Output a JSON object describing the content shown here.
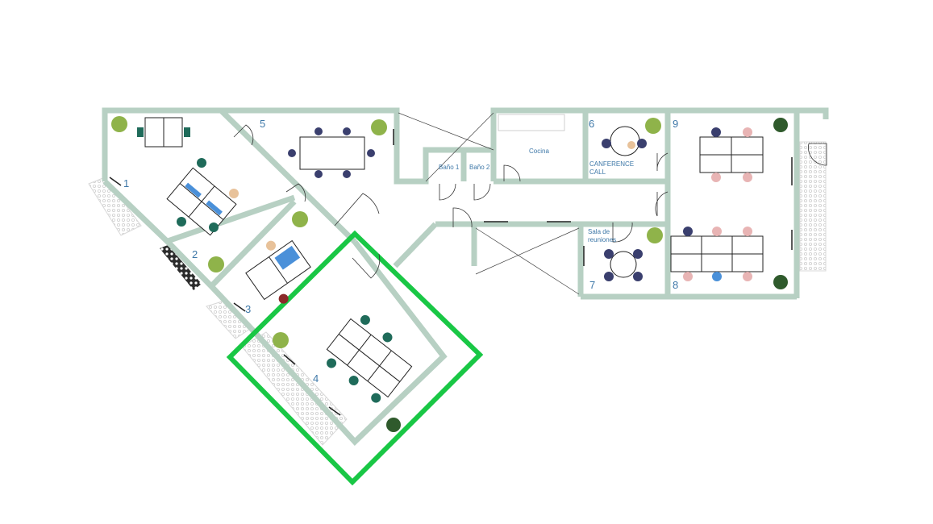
{
  "floorplan": {
    "rooms": [
      {
        "id": "1",
        "label": "1"
      },
      {
        "id": "2",
        "label": "2"
      },
      {
        "id": "3",
        "label": "3"
      },
      {
        "id": "4",
        "label": "4"
      },
      {
        "id": "5",
        "label": "5"
      },
      {
        "id": "6",
        "label": "6"
      },
      {
        "id": "7",
        "label": "7"
      },
      {
        "id": "8",
        "label": "8"
      },
      {
        "id": "9",
        "label": "9"
      }
    ],
    "labels": {
      "bano1": "Baño 1",
      "bano2": "Baño 2",
      "cocina": "Cocina",
      "conference_line1": "CANFERENCE",
      "conference_line2": "CALL",
      "reuniones_line1": "Sala de",
      "reuniones_line2": "reuniones"
    },
    "highlighted_room": "4",
    "colors": {
      "wall": "#b7d0c3",
      "highlight": "#19c745",
      "label": "#3e78a8",
      "plant": "#8fb34a",
      "chair_green": "#1f6b5a",
      "chair_pink": "#e8b4b4",
      "chair_navy": "#3a3f6e",
      "desk_blue": "#4a90d9"
    }
  }
}
